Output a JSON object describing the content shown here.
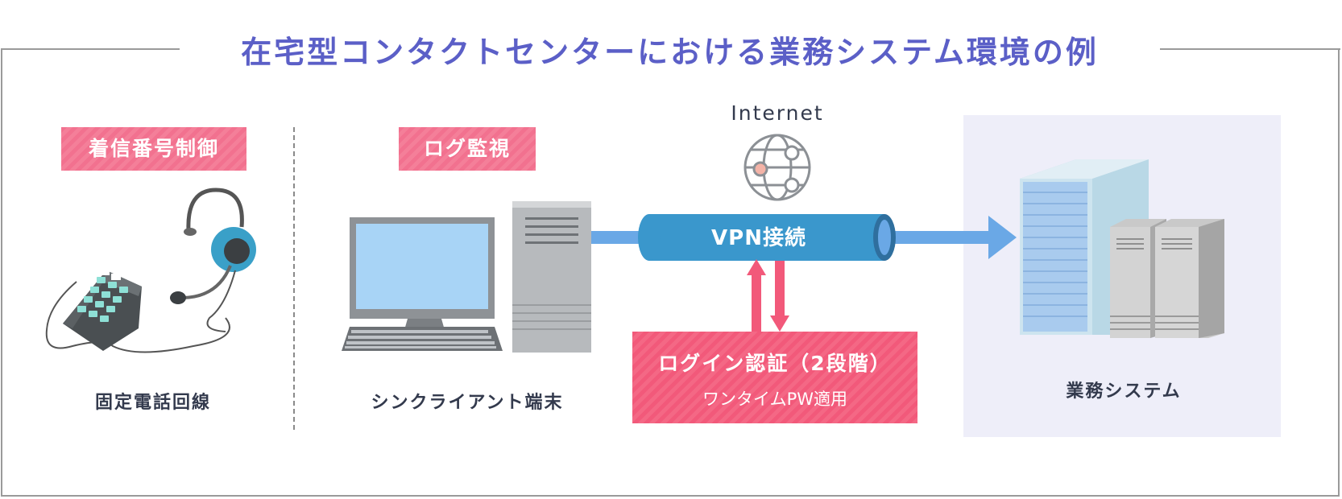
{
  "title": "在宅型コンタクトセンターにおける業務システム環境の例",
  "tags": {
    "call_control": "着信番号制御",
    "log_monitor": "ログ監視"
  },
  "captions": {
    "phone_line": "固定電話回線",
    "thin_client": "シンクライアント端末",
    "business_system": "業務システム"
  },
  "internet_label": "Internet",
  "vpn_label": "VPN接続",
  "login": {
    "title": "ログイン認証（2段階）",
    "subtitle": "ワンタイムPW適用"
  },
  "colors": {
    "title": "#5b5fc7",
    "tag_pink": "#f2718f",
    "vpn_blue": "#3a97cc",
    "arrow_blue": "#6aa8e6",
    "login_pink": "#f2597a"
  }
}
